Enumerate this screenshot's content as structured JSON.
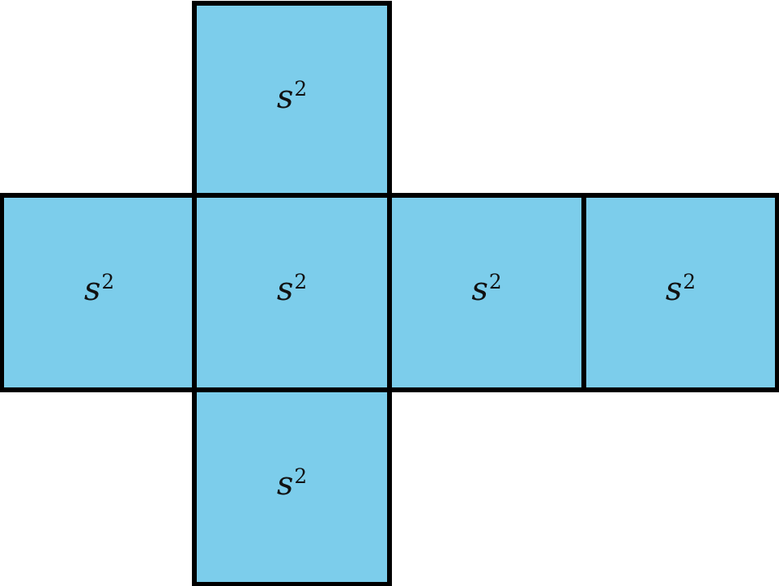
{
  "diagram": {
    "name": "cube-net",
    "description": "Net of a cube: six square faces arranged in a cross, each labeled with the area expression s squared.",
    "background_color": "#ffffff",
    "face_fill_color": "#7ccdeb",
    "face_stroke_color": "#000000",
    "label_color": "#111111",
    "face_count": 6,
    "faces": [
      {
        "id": "top",
        "position": "top",
        "variable": "s",
        "exponent": "2",
        "label": "s2"
      },
      {
        "id": "left",
        "position": "middle-row-1",
        "variable": "s",
        "exponent": "2",
        "label": "s2"
      },
      {
        "id": "center",
        "position": "middle-row-2",
        "variable": "s",
        "exponent": "2",
        "label": "s2"
      },
      {
        "id": "right",
        "position": "middle-row-3",
        "variable": "s",
        "exponent": "2",
        "label": "s2"
      },
      {
        "id": "far-right",
        "position": "middle-row-4",
        "variable": "s",
        "exponent": "2",
        "label": "s2"
      },
      {
        "id": "bottom",
        "position": "bottom",
        "variable": "s",
        "exponent": "2",
        "label": "s2"
      }
    ]
  }
}
